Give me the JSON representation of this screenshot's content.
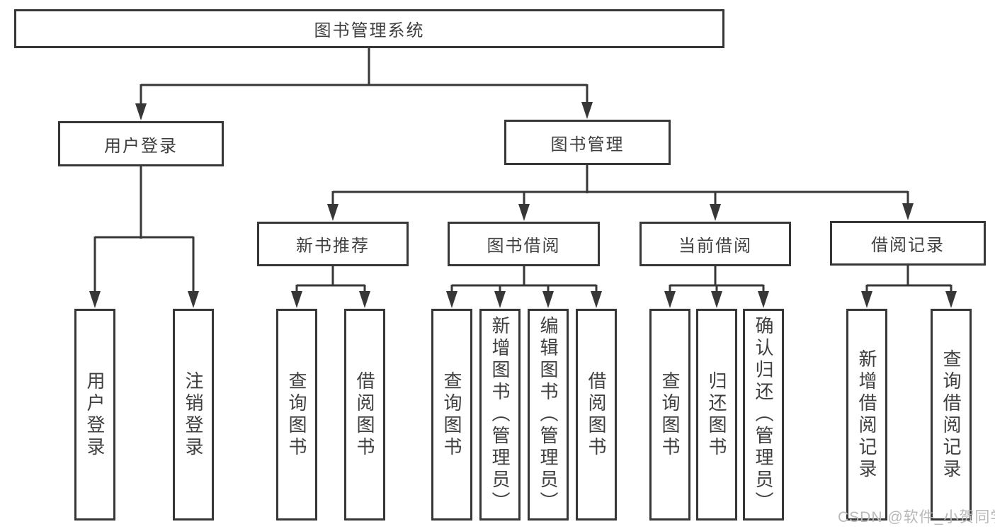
{
  "diagram_title": "图书管理系统",
  "tree": {
    "label": "图书管理系统",
    "children": [
      {
        "label": "用户登录",
        "children": [
          {
            "label": "用户登录"
          },
          {
            "label": "注销登录"
          }
        ]
      },
      {
        "label": "图书管理",
        "children": [
          {
            "label": "新书推荐",
            "children": [
              {
                "label": "查询图书"
              },
              {
                "label": "借阅图书"
              }
            ]
          },
          {
            "label": "图书借阅",
            "children": [
              {
                "label": "查询图书"
              },
              {
                "label": "新增图书（管理员）"
              },
              {
                "label": "编辑图书（管理员）"
              },
              {
                "label": "借阅图书"
              }
            ]
          },
          {
            "label": "当前借阅",
            "children": [
              {
                "label": "查询图书"
              },
              {
                "label": "归还图书"
              },
              {
                "label": "确认归还（管理员）"
              }
            ]
          },
          {
            "label": "借阅记录",
            "children": [
              {
                "label": "新增借阅记录"
              },
              {
                "label": "查询借阅记录"
              }
            ]
          }
        ]
      }
    ]
  },
  "watermark": {
    "text": "CSDN @软件_小贺同学"
  },
  "colors": {
    "background": "#ffffff",
    "line": "#373737",
    "box_border": "#373737",
    "box_fill": "#ffffff",
    "text": "#3f3f3f",
    "watermark_text": "#b9b9b9"
  }
}
